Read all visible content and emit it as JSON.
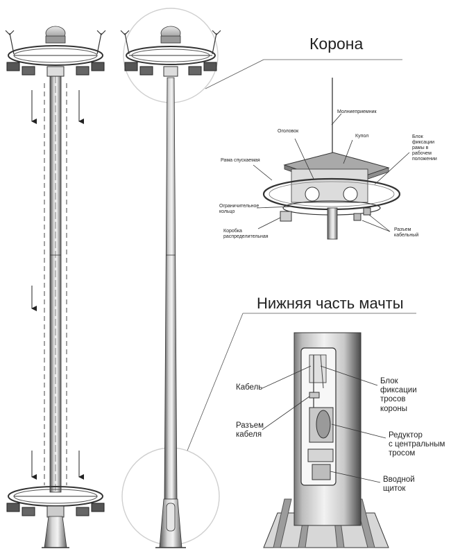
{
  "titles": {
    "crown": "Корона",
    "base": "Нижняя часть мачты"
  },
  "crown_labels": {
    "lightning_rod": "Молниеприемник",
    "head": "Оголовок",
    "dome": "Купол",
    "lock_block": [
      "Блок",
      "фиксации",
      "рамы в",
      "рабочем",
      "положении"
    ],
    "frame": "Рама спускаемая",
    "ring": [
      "Ограничительное",
      "кольцо"
    ],
    "box": [
      "Коробка",
      "распределительная"
    ],
    "connector": [
      "Разъем",
      "кабельный"
    ]
  },
  "base_labels": {
    "cable": "Кабель",
    "cable_lock": [
      "Блок",
      "фиксации",
      "тросов",
      "короны"
    ],
    "connector": [
      "Разъем",
      "кабеля"
    ],
    "gearbox": [
      "Редуктор",
      "с центральным",
      "тросом"
    ],
    "panel": [
      "Вводной",
      "щиток"
    ]
  },
  "colors": {
    "ink": "#222222",
    "line": "#333333",
    "metal_light": "#eeeeee",
    "metal_mid": "#b5b5b5",
    "metal_dark": "#6e6e6e",
    "circle": "#cfcfcf"
  }
}
